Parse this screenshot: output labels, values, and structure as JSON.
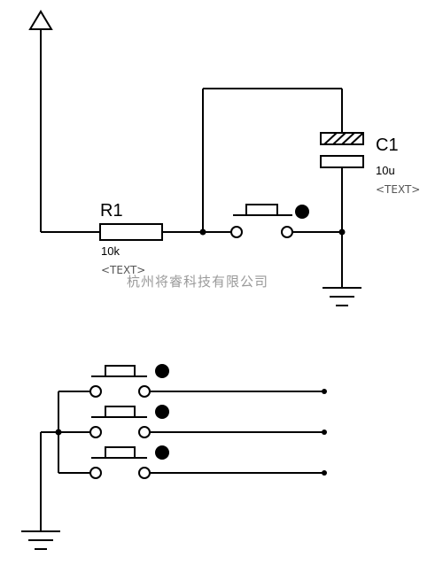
{
  "top_circuit": {
    "resistor": {
      "ref": "R1",
      "value": "10k",
      "tag": "<TEXT>"
    },
    "capacitor": {
      "ref": "C1",
      "value": "10u",
      "tag": "<TEXT>"
    }
  },
  "watermark": "杭州将睿科技有限公司"
}
